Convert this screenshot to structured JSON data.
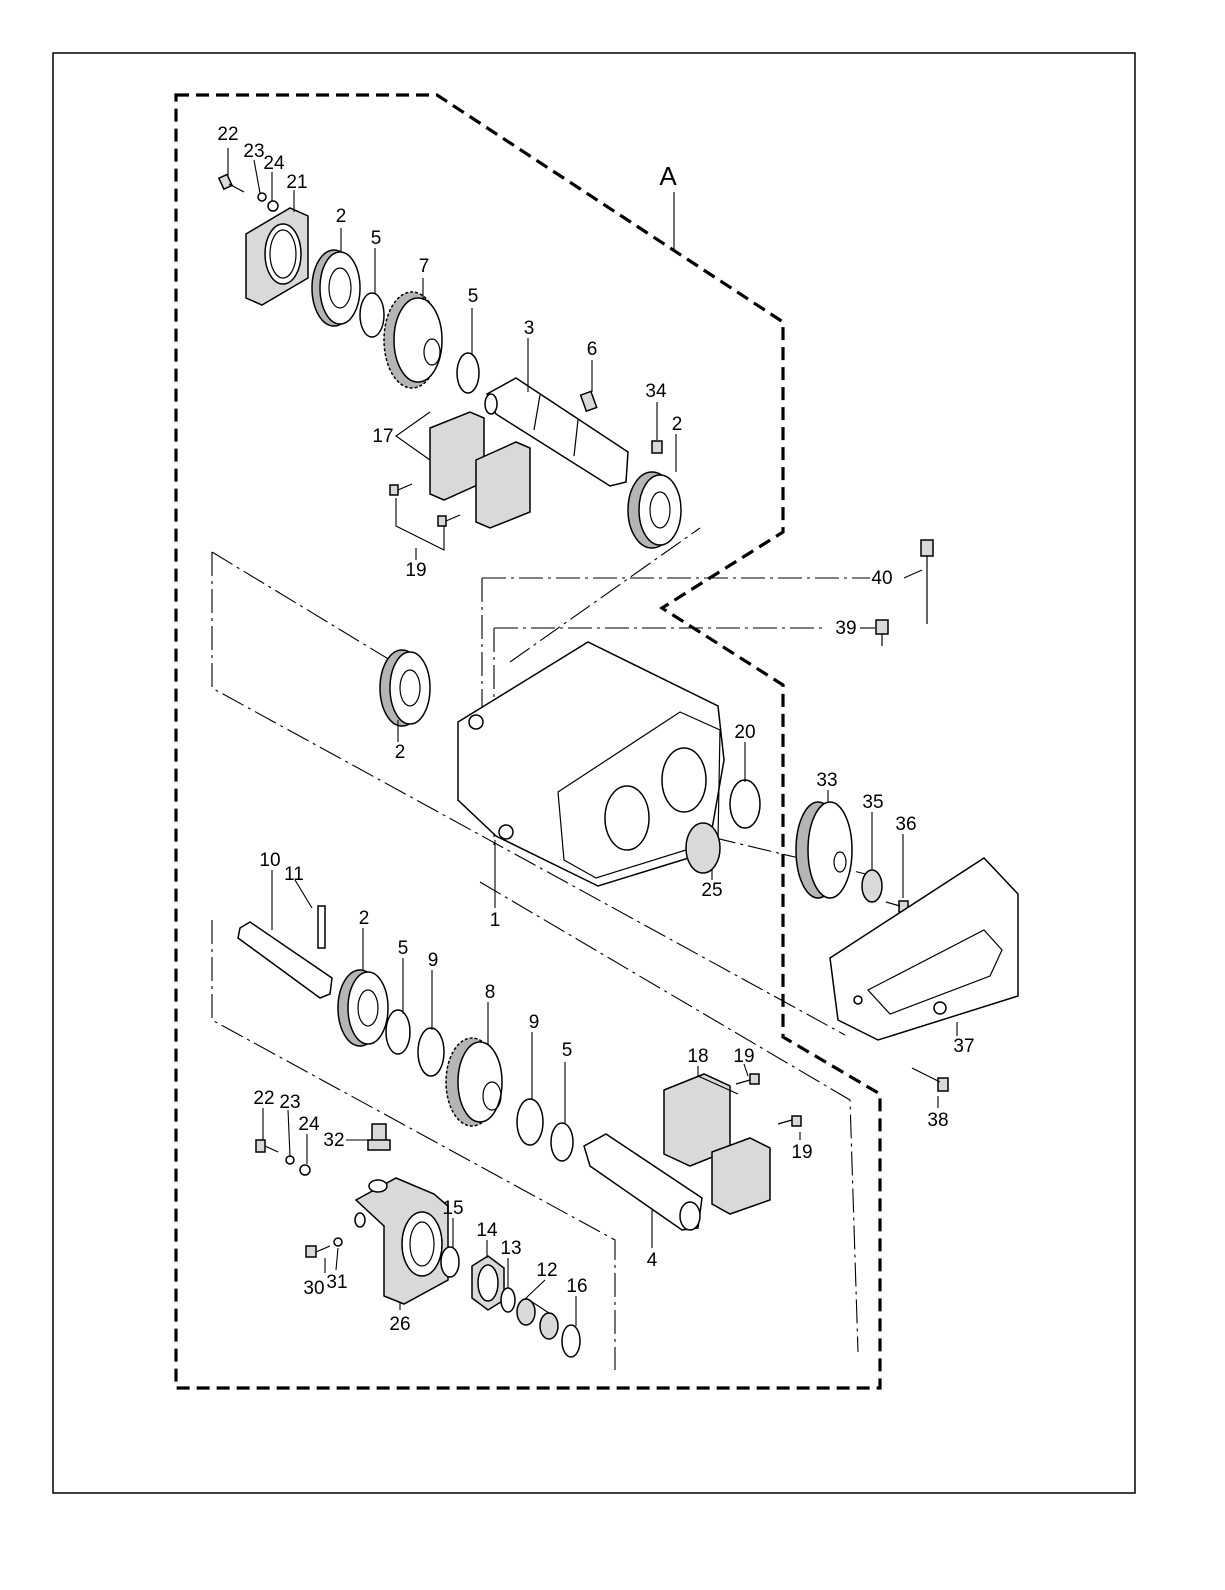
{
  "diagram": {
    "region_label": "A",
    "callouts": {
      "c1": "1",
      "c2a": "2",
      "c2b": "2",
      "c2c": "2",
      "c2d": "2",
      "c3": "3",
      "c4": "4",
      "c5a": "5",
      "c5b": "5",
      "c5c": "5",
      "c5d": "5",
      "c6": "6",
      "c7": "7",
      "c8": "8",
      "c9a": "9",
      "c9b": "9",
      "c10": "10",
      "c11": "11",
      "c12": "12",
      "c13": "13",
      "c14": "14",
      "c15": "15",
      "c16": "16",
      "c17": "17",
      "c18": "18",
      "c19a": "19",
      "c19b": "19",
      "c19c": "19",
      "c20": "20",
      "c21": "21",
      "c22a": "22",
      "c22b": "22",
      "c23a": "23",
      "c23b": "23",
      "c24a": "24",
      "c24b": "24",
      "c25": "25",
      "c26": "26",
      "c30": "30",
      "c31": "31",
      "c32": "32",
      "c33": "33",
      "c34": "34",
      "c35": "35",
      "c36": "36",
      "c37": "37",
      "c38": "38",
      "c39": "39",
      "c40": "40"
    }
  }
}
